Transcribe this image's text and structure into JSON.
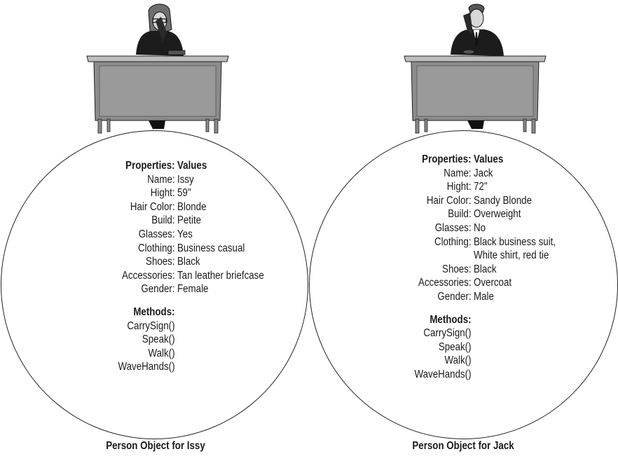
{
  "objects": [
    {
      "header_key": "Properties:",
      "header_value": "Values",
      "properties": [
        {
          "key": "Name:",
          "value": "Issy"
        },
        {
          "key": "Hight:",
          "value": "59\""
        },
        {
          "key": "Hair Color:",
          "value": "Blonde"
        },
        {
          "key": "Build:",
          "value": "Petite"
        },
        {
          "key": "Glasses:",
          "value": "Yes"
        },
        {
          "key": "Clothing:",
          "value": "Business casual"
        },
        {
          "key": "Shoes:",
          "value": "Black"
        },
        {
          "key": "Accessories:",
          "value": "Tan leather briefcase"
        },
        {
          "key": "Gender:",
          "value": "Female"
        }
      ],
      "methods_header": "Methods:",
      "methods": [
        "CarrySign()",
        "Speak()",
        "Walk()",
        "WaveHands()"
      ],
      "caption": "Person Object for Issy"
    },
    {
      "header_key": "Properties:",
      "header_value": "Values",
      "properties": [
        {
          "key": "Name:",
          "value": "Jack"
        },
        {
          "key": "Hight:",
          "value": "72\""
        },
        {
          "key": "Hair Color:",
          "value": "Sandy Blonde"
        },
        {
          "key": "Build:",
          "value": "Overweight"
        },
        {
          "key": "Glasses:",
          "value": "No"
        },
        {
          "key": "Clothing:",
          "value": "Black business suit,"
        },
        {
          "key": "",
          "value": "White shirt, red tie"
        },
        {
          "key": "Shoes:",
          "value": "Black"
        },
        {
          "key": "Accessories:",
          "value": "Overcoat"
        },
        {
          "key": "Gender:",
          "value": "Male"
        }
      ],
      "methods_header": "Methods:",
      "methods": [
        "CarrySign()",
        "Speak()",
        "Walk()",
        "WaveHands()"
      ],
      "caption": "Person Object for Jack"
    }
  ]
}
